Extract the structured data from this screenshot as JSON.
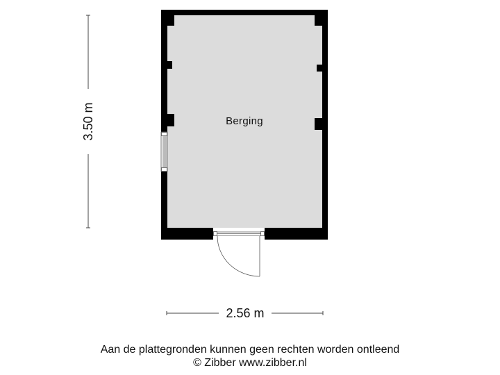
{
  "floorplan": {
    "room": {
      "name": "Berging",
      "fill": "#dcdcdc"
    },
    "wall_color": "#000000",
    "dimensions": {
      "height": "3.50 m",
      "width": "2.56 m"
    },
    "features": [
      "window-left-wall",
      "door-bottom-wall"
    ]
  },
  "footer": {
    "disclaimer": "Aan de plattegronden kunnen geen rechten worden ontleend",
    "credit": "© Zibber www.zibber.nl"
  }
}
